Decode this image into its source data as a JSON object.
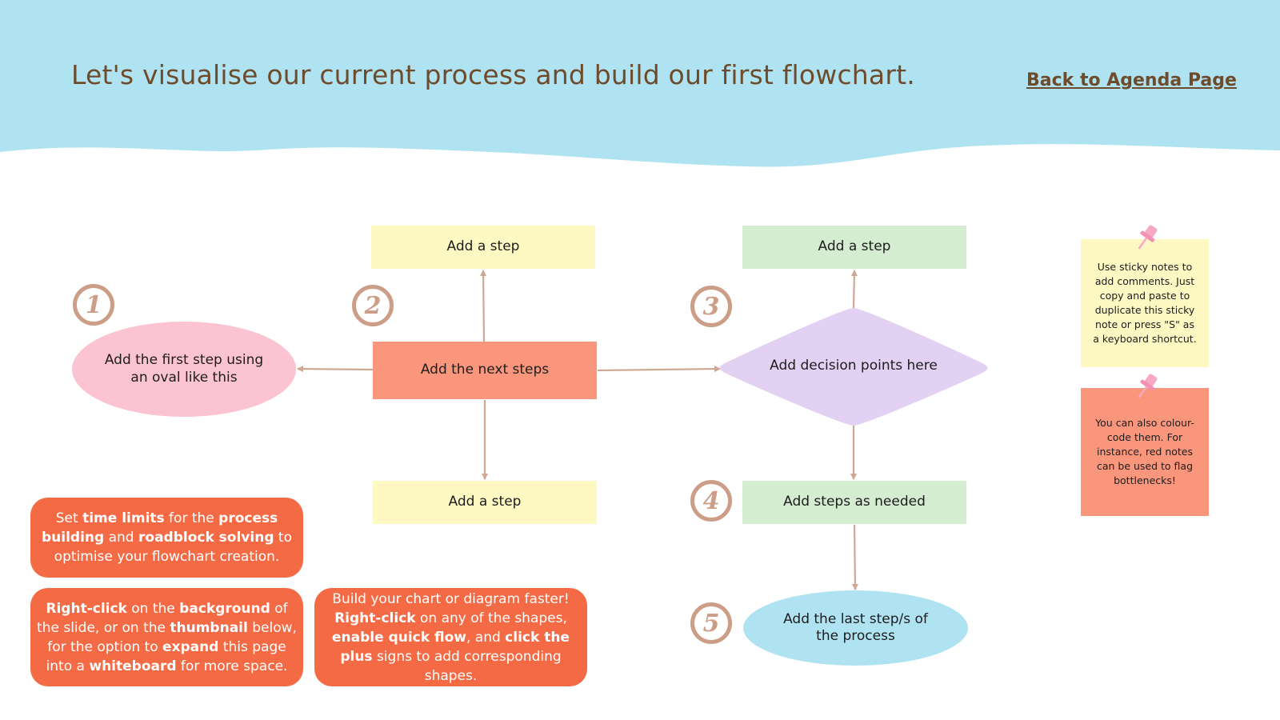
{
  "header": {
    "title": "Let's visualise our current process and build our first flowchart.",
    "back_link": "Back to Agenda Page"
  },
  "flow": {
    "step1_oval": "Add the first step using an oval like this",
    "next_steps": "Add the next steps",
    "step_top": "Add a step",
    "step_bottom": "Add a step",
    "step_right_top": "Add a step",
    "decision": "Add decision points here",
    "steps_needed": "Add steps as needed",
    "last_step": "Add the last step/s of the process"
  },
  "numbers": [
    "1",
    "2",
    "3",
    "4",
    "5"
  ],
  "tips": {
    "time_limits": [
      {
        "text": "Set ",
        "bold": false
      },
      {
        "text": "time limits",
        "bold": true
      },
      {
        "text": " for the ",
        "bold": false
      },
      {
        "text": "process building",
        "bold": true
      },
      {
        "text": " and ",
        "bold": false
      },
      {
        "text": "roadblock solving",
        "bold": true
      },
      {
        "text": " to optimise your flowchart creation.",
        "bold": false
      }
    ],
    "right_click": [
      {
        "text": "Right-click",
        "bold": true
      },
      {
        "text": " on the ",
        "bold": false
      },
      {
        "text": "background",
        "bold": true
      },
      {
        "text": " of the slide, or on the ",
        "bold": false
      },
      {
        "text": "thumbnail",
        "bold": true
      },
      {
        "text": " below, for the option to ",
        "bold": false
      },
      {
        "text": "expand",
        "bold": true
      },
      {
        "text": " this page into a ",
        "bold": false
      },
      {
        "text": "whiteboard",
        "bold": true
      },
      {
        "text": " for more space.",
        "bold": false
      }
    ],
    "build_faster": [
      {
        "text": "Build your chart or diagram faster! ",
        "bold": false
      },
      {
        "text": "Right-click",
        "bold": true
      },
      {
        "text": " on any of the shapes, ",
        "bold": false
      },
      {
        "text": "enable quick flow",
        "bold": true
      },
      {
        "text": ", and ",
        "bold": false
      },
      {
        "text": "click the plus",
        "bold": true
      },
      {
        "text": " signs to add corresponding shapes.",
        "bold": false
      }
    ]
  },
  "stickies": {
    "yellow": "Use sticky notes to add comments. Just copy and paste to duplicate this sticky note or press \"S\" as a keyboard shortcut.",
    "red": "You can also colour-code them. For instance, red notes can be used to flag bottlenecks!"
  },
  "colors": {
    "banner": "#b0e3f2",
    "title_text": "#6e4c2b",
    "pink_oval": "#fcc3d3",
    "orange_rect": "#f9967c",
    "yellow_rect": "#fef9c3",
    "green_rect": "#d4ecd0",
    "purple_diamond": "#e3d1f4",
    "blue_oval": "#b0e3f2",
    "tip_box": "#f46a45",
    "connector": "#cfa893",
    "sticky_yellow": "#fef9c3",
    "sticky_red": "#f9967c",
    "pin": "#f7a8c4"
  }
}
